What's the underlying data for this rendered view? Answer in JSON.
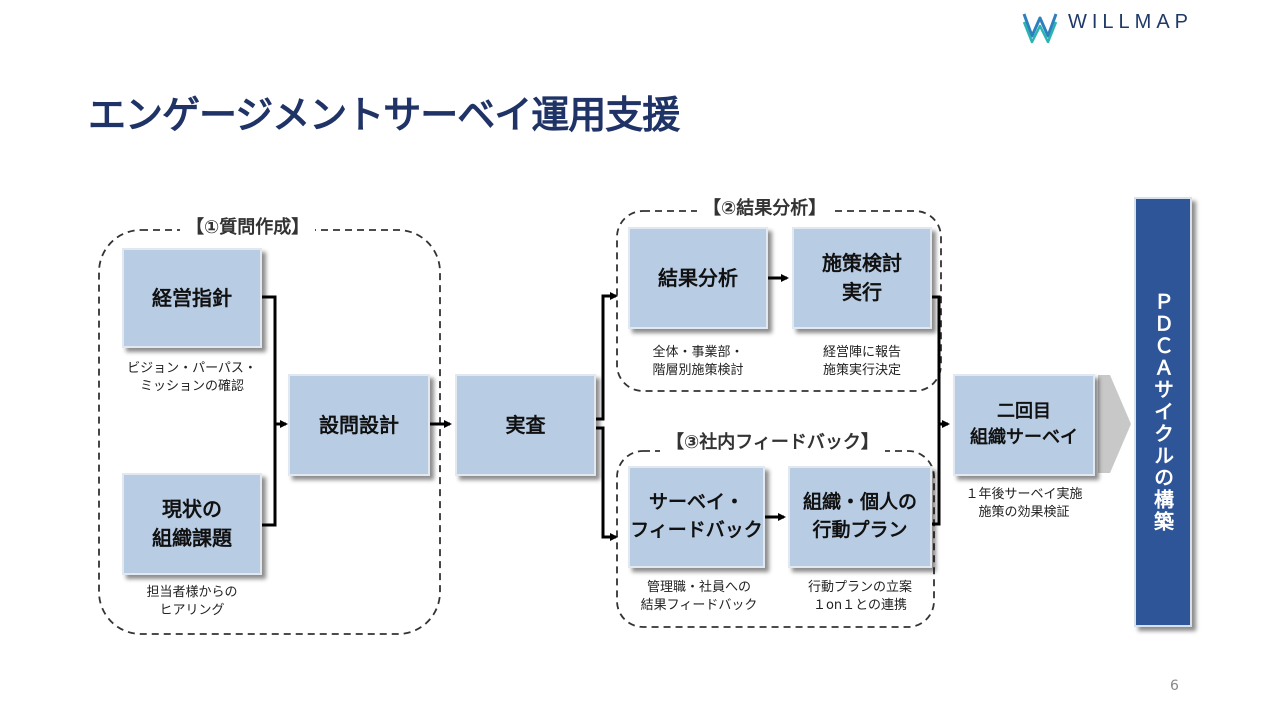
{
  "header": {
    "title": "エンゲージメントサーベイ運用支援",
    "brand": "WILLMAP"
  },
  "groups": {
    "g1": "【①質問作成】",
    "g2": "【②結果分析】",
    "g3": "【③社内フィードバック】"
  },
  "boxes": {
    "keiei": "経営指針",
    "genjo": "現状の\n組織課題",
    "setsumon": "設問設計",
    "jisa": "実査",
    "kekka": "結果分析",
    "shisaku": "施策検討\n実行",
    "survey_fb": "サーベイ・\nフィードバック",
    "kojin": "組織・個人の\n行動プラン",
    "nikaime": "二回目\n組織サーベイ"
  },
  "captions": {
    "keiei": "ビジョン・パーパス・\nミッションの確認",
    "genjo": "担当者様からの\nヒアリング",
    "kekka": "全体・事業部・\n階層別施策検討",
    "shisaku": "経営陣に報告\n施策実行決定",
    "survey_fb": "管理職・社員への\n結果フィードバック",
    "kojin": "行動プランの立案\n１on１との連携",
    "nikaime": "１年後サーベイ実施\n施策の効果検証"
  },
  "pdca": "ＰＤＣＡサイクルの構築",
  "page_number": "6",
  "colors": {
    "title": "#1f3366",
    "box_fill": "#b8cce4",
    "pdca_fill": "#2e5597",
    "logo_blue": "#2e7fc0",
    "logo_teal": "#2bb3b0"
  }
}
